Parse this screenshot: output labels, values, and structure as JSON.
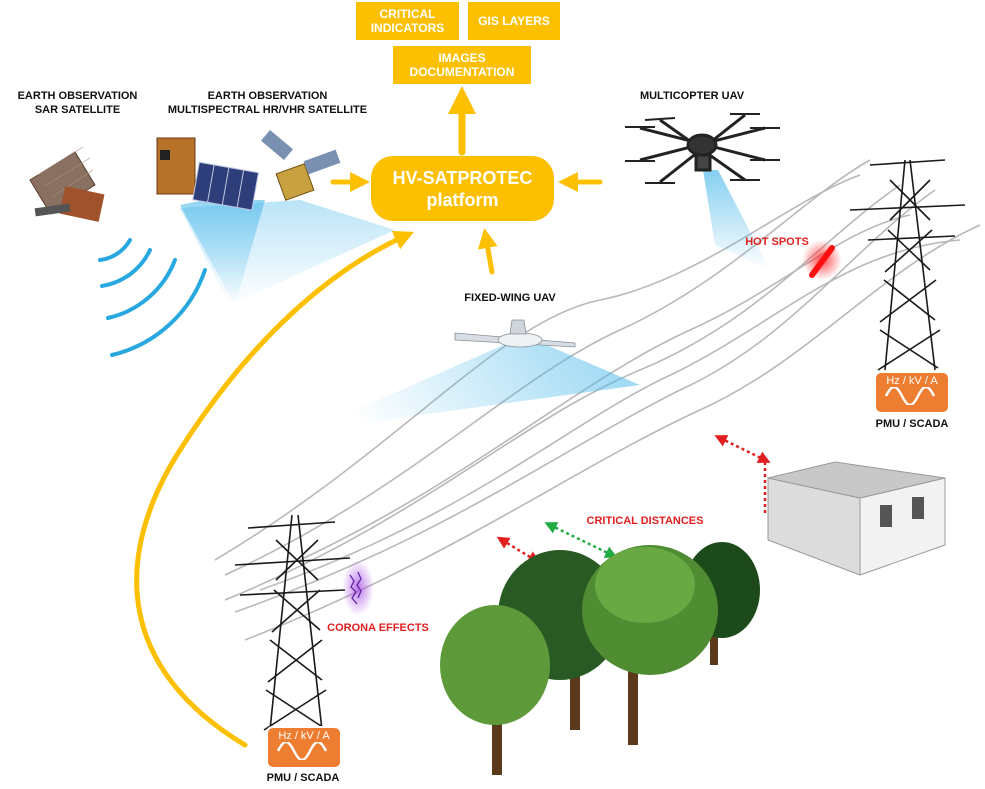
{
  "boxes": {
    "critical_indicators": "CRITICAL INDICATORS",
    "gis_layers": "GIS LAYERS",
    "images_documentation": "IMAGES DOCUMENTATION"
  },
  "platform": {
    "line1": "HV-SATPROTEC",
    "line2": "platform"
  },
  "labels": {
    "eo_sar_line1": "EARTH OBSERVATION",
    "eo_sar_line2": "SAR SATELLITE",
    "eo_ms_line1": "EARTH OBSERVATION",
    "eo_ms_line2": "MULTISPECTRAL HR/VHR SATELLITE",
    "multicopter": "MULTICOPTER UAV",
    "fixed_wing": "FIXED-WING UAV",
    "hot_spots": "HOT SPOTS",
    "critical_distances": "CRITICAL DISTANCES",
    "corona_effects": "CORONA EFFECTS",
    "pmu_scada_right": "PMU / SCADA",
    "pmu_scada_left": "PMU / SCADA"
  },
  "pmu_readout": "Hz / kV / A",
  "colors": {
    "accent": "#fcc000",
    "pmu": "#ed7d31",
    "beam": "#4ab8ea",
    "alert": "#e02020",
    "distance_ok": "#22aa44"
  }
}
